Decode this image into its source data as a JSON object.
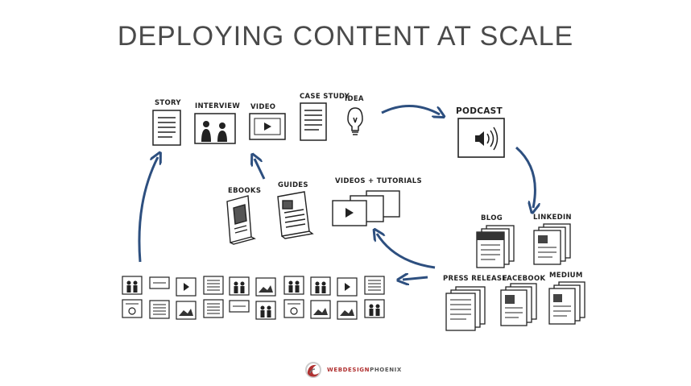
{
  "title": "DEPLOYING CONTENT AT SCALE",
  "sources": {
    "story": "STORY",
    "interview": "INTERVIEW",
    "video": "VIDEO",
    "case_study": "CASE STUDY",
    "idea": "IDEA"
  },
  "podcast": "PODCAST",
  "long_form": {
    "ebooks": "EBOOKS",
    "guides": "GUIDES",
    "videos_tutorials": "VIDEOS + TUTORIALS"
  },
  "channels": {
    "blog": "BLOG",
    "linkedin": "LINKEDIN",
    "press_release": "PRESS RELEASE",
    "facebook": "FACEBOOK",
    "medium": "MEDIUM"
  },
  "logo": {
    "part1": "WEBDESIGN",
    "part2": "PHOENIX"
  },
  "colors": {
    "arrow": "#2d4f7f",
    "ink": "#222222",
    "logo_accent": "#b03030"
  }
}
